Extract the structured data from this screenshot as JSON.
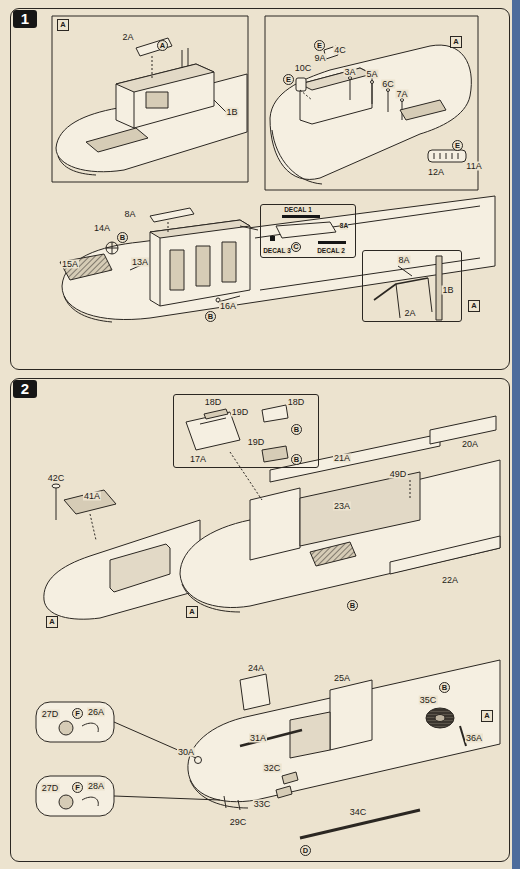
{
  "diagram": {
    "nodes": [
      {
        "text": [
          "1"
        ]
      },
      {
        "text": [
          "A"
        ],
        "in": 0
      },
      {
        "text": [
          "A"
        ],
        "in": 0
      },
      {
        "text": [
          "A"
        ],
        "in": 0
      },
      {
        "text": [
          "E"
        ],
        "in": 0
      },
      {
        "text": [
          "E"
        ],
        "in": 0
      },
      {
        "text": [
          "E"
        ],
        "in": 0
      },
      {
        "text": [
          "DECAL 1",
          "8A",
          "DECAL 2",
          "DECAL 3"
        ],
        "in": 0
      },
      {
        "text": [
          "C"
        ],
        "in": 7
      },
      {
        "text": [
          "B"
        ],
        "in": 0
      },
      {
        "text": [
          "8A",
          "1B",
          "2A"
        ],
        "in": 0
      },
      {
        "text": [
          "B"
        ],
        "in": 0
      },
      {
        "text": [
          "A"
        ],
        "in": 0
      },
      {
        "text": [
          "2"
        ]
      },
      {
        "text": [
          "18D",
          "19D",
          "18D",
          "17A",
          "19D"
        ],
        "in": 13
      },
      {
        "text": [
          "B"
        ],
        "in": 14
      },
      {
        "text": [
          "B"
        ],
        "in": 14
      },
      {
        "text": [
          "A"
        ],
        "in": 13
      },
      {
        "text": [
          "A"
        ],
        "in": 13
      },
      {
        "text": [
          "B"
        ],
        "in": 13
      },
      {
        "text": [
          "B"
        ],
        "in": 13
      },
      {
        "text": [
          "A"
        ],
        "in": 13
      },
      {
        "text": [
          "F"
        ],
        "in": 13
      },
      {
        "text": [
          "F"
        ],
        "in": 13
      },
      {
        "text": [
          "D"
        ],
        "in": 13
      }
    ],
    "labels": [
      "2A",
      "1B",
      "4C",
      "9A",
      "3A",
      "5A",
      "6C",
      "7A",
      "10C",
      "11A",
      "12A",
      "8A",
      "14A",
      "13A",
      "15A",
      "16A",
      "42C",
      "41A",
      "21A",
      "20A",
      "49D",
      "23A",
      "22A",
      "24A",
      "25A",
      "35C",
      "36A",
      "31A",
      "30A",
      "32C",
      "33C",
      "34C",
      "29C",
      "26A",
      "27D",
      "28A",
      "27D"
    ]
  }
}
